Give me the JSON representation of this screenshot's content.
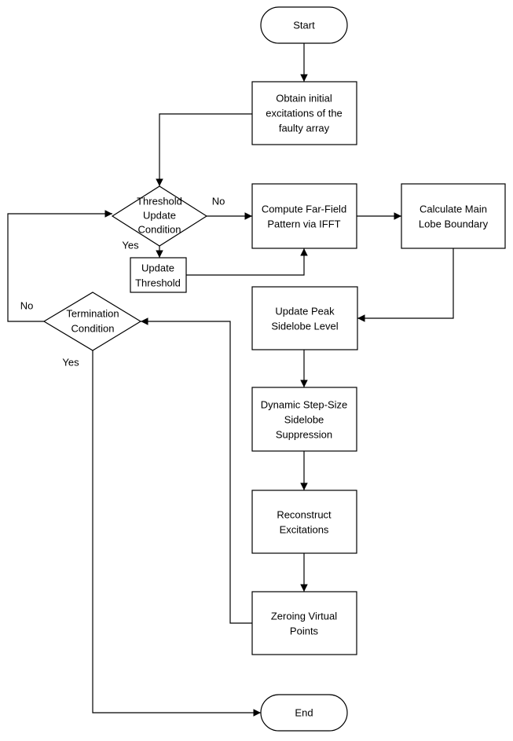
{
  "diagram": {
    "nodes": {
      "start": "Start",
      "obtain": [
        "Obtain initial",
        "excitations of the",
        "faulty array"
      ],
      "threshold": [
        "Threshold",
        "Update",
        "Condition"
      ],
      "compute": [
        "Compute Far-Field",
        "Pattern via IFFT"
      ],
      "mainlobe": [
        "Calculate Main",
        "Lobe Boundary"
      ],
      "update_threshold": [
        "Update",
        "Threshold"
      ],
      "termination": [
        "Termination",
        "Condition"
      ],
      "peak": [
        "Update Peak",
        "Sidelobe Level"
      ],
      "dynamic": [
        "Dynamic Step-Size",
        "Sidelobe",
        "Suppression"
      ],
      "reconstruct": [
        "Reconstruct",
        "Excitations"
      ],
      "zeroing": [
        "Zeroing Virtual",
        "Points"
      ],
      "end": "End"
    },
    "edge_labels": {
      "threshold_no": "No",
      "threshold_yes": "Yes",
      "termination_no": "No",
      "termination_yes": "Yes"
    }
  }
}
